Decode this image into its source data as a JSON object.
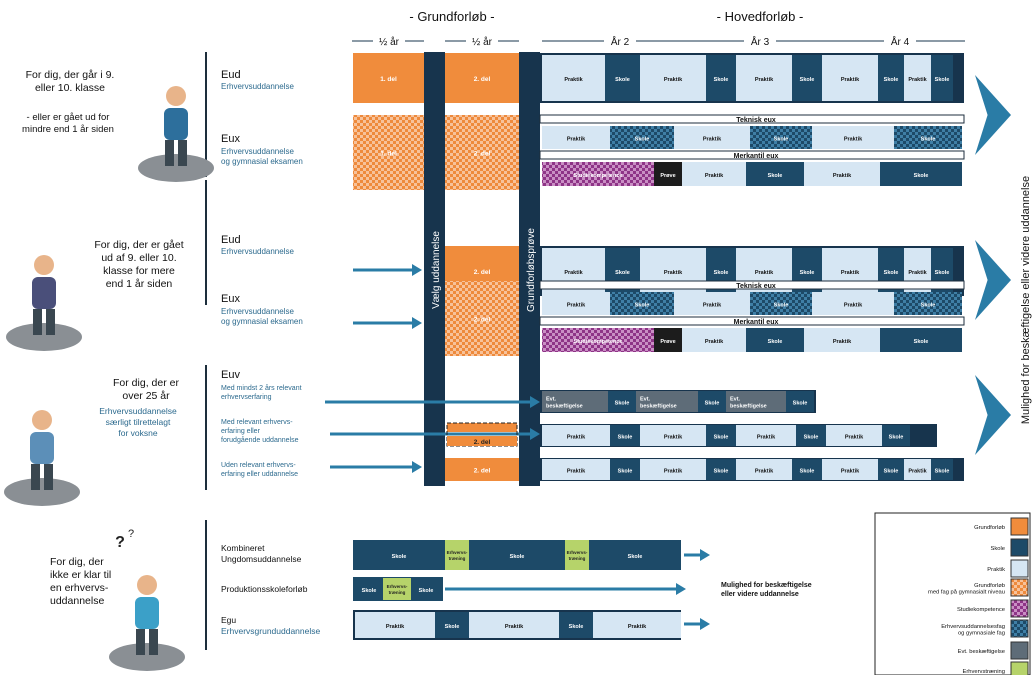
{
  "colors": {
    "grundforlob": "#f08c3c",
    "skole": "#1d4a68",
    "praktik": "#d6e6f3",
    "navy": "#17344d",
    "arrow": "#2a7ca6",
    "studie": "#9b3f94",
    "ervtraening": "#b6d36a",
    "evt": "#5e6c78",
    "text_blue": "#2c6a8e"
  },
  "header": {
    "grundforlob": "- Grundforløb -",
    "hovedforlob": "- Hovedforløb -",
    "years": [
      "½ år",
      "½ år",
      "År 2",
      "År 3",
      "År 4"
    ]
  },
  "labels": {
    "del1": "1. del",
    "del2": "2. del",
    "praktik": "Praktik",
    "skole": "Skole",
    "prove": "Prøve",
    "studie": "Studiekompetence",
    "teknisk": "Teknisk eux",
    "merkantil": "Merkantil eux",
    "evt": "Evt. beskæftigelse",
    "ervtraening": "Erhvervs-træning",
    "vaelg": "Vælg uddannelse",
    "grundprove": "Grundforløbsprøve",
    "side_text": "Mulighed for beskæftigelse eller videre uddannelse",
    "mulighed": "Mulighed for beskæftigelse eller videre uddannelse"
  },
  "sections": [
    {
      "persona": "For dig, der går i 9. eller 10. klasse",
      "persona_note": "- eller er gået ud for mindre end 1 år siden"
    },
    {
      "persona": "For dig, der er gået ud af 9. eller 10. klasse for mere end 1 år siden"
    },
    {
      "persona": "For dig, der er over 25 år",
      "persona_note": "Erhvervsuddannelse særligt tilrettelagt for voksne"
    },
    {
      "persona": "For dig, der ikke er klar til en erhvervs-uddannelse"
    }
  ],
  "programs": {
    "eud_title": "Eud",
    "eud_sub": "Erhvervsuddannelse",
    "eux_title": "Eux",
    "eux_sub": "Erhvervsuddannelse og gymnasial eksamen",
    "euv_title": "Euv",
    "euv_rows": [
      "Med mindst 2 års relevant erhvervserfaring",
      "Med relevant erhvervs-erfaring eller forudgående uddannelse",
      "Uden relevant erhvervs-erfaring eller uddannelse"
    ],
    "kuu": "Kombineret Ungdomsuddannelse",
    "produktion": "Produktionsskoleforløb",
    "egu_title": "Egu",
    "egu_sub": "Erhvervsgrunduddannelse"
  },
  "legend": [
    {
      "label": "Grundforløb",
      "key": "grund"
    },
    {
      "label": "Skole",
      "key": "skole"
    },
    {
      "label": "Praktik",
      "key": "praktik"
    },
    {
      "label": "Grundforløb med fag på gymnasialt niveau",
      "key": "grundgym"
    },
    {
      "label": "Studiekompetence",
      "key": "studie"
    },
    {
      "label": "Erhvervsuddannelsesfag og gymnasiale fag",
      "key": "ervgym"
    },
    {
      "label": "Evt. beskæftigelse",
      "key": "evt"
    },
    {
      "label": "Erhvervstræning",
      "key": "ervtraening"
    }
  ]
}
